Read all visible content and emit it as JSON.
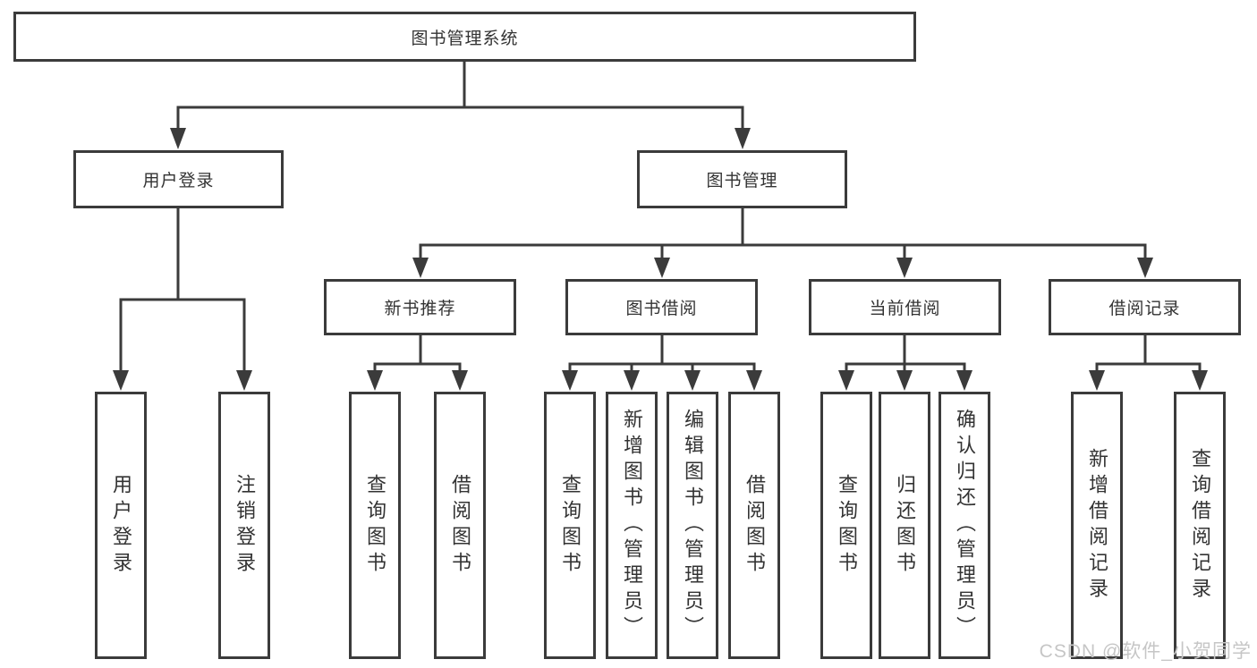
{
  "tree": {
    "root": {
      "label": "图书管理系统",
      "children": [
        {
          "label": "用户登录",
          "children": [
            {
              "label": "用户登录"
            },
            {
              "label": "注销登录"
            }
          ]
        },
        {
          "label": "图书管理",
          "children": [
            {
              "label": "新书推荐",
              "children": [
                {
                  "label": "查询图书"
                },
                {
                  "label": "借阅图书"
                }
              ]
            },
            {
              "label": "图书借阅",
              "children": [
                {
                  "label": "查询图书"
                },
                {
                  "label": "新增图书（管理员）"
                },
                {
                  "label": "编辑图书（管理员）"
                },
                {
                  "label": "借阅图书"
                }
              ]
            },
            {
              "label": "当前借阅",
              "children": [
                {
                  "label": "查询图书"
                },
                {
                  "label": "归还图书"
                },
                {
                  "label": "确认归还（管理员）"
                }
              ]
            },
            {
              "label": "借阅记录",
              "children": [
                {
                  "label": "新增借阅记录"
                },
                {
                  "label": "查询借阅记录"
                }
              ]
            }
          ]
        }
      ]
    }
  },
  "watermark": {
    "text": "CSDN @软件_小贺同学"
  },
  "colors": {
    "line": "#3b3b3b",
    "text": "#333333",
    "watermark": "#c6c6c6",
    "background": "#ffffff"
  }
}
